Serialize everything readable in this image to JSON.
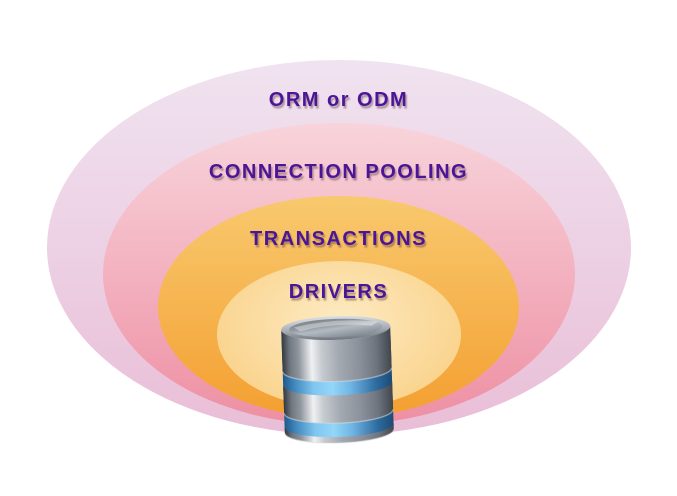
{
  "diagram": {
    "type": "onion-layers",
    "background_color": "#FFFFFF",
    "text_color": "#4A1596",
    "layers": [
      {
        "label": "ORM or ODM",
        "gradient": "linear",
        "top_color": "#F0E3F0",
        "bottom_color": "#E9BED7"
      },
      {
        "label": "CONNECTION POOLING",
        "gradient": "linear",
        "top_color": "#F8D4DB",
        "bottom_color": "#EE8FA3"
      },
      {
        "label": "TRANSACTIONS",
        "gradient": "linear",
        "top_color": "#F8C96E",
        "bottom_color": "#F49F31"
      },
      {
        "label": "DRIVERS",
        "gradient": "radial",
        "top_color": "#FDEBC4",
        "bottom_color": "#F9CC7C"
      }
    ],
    "center_icon": {
      "name": "database-icon",
      "body_color": "#9AA1A9",
      "band_color": "#7FC6F0"
    }
  }
}
